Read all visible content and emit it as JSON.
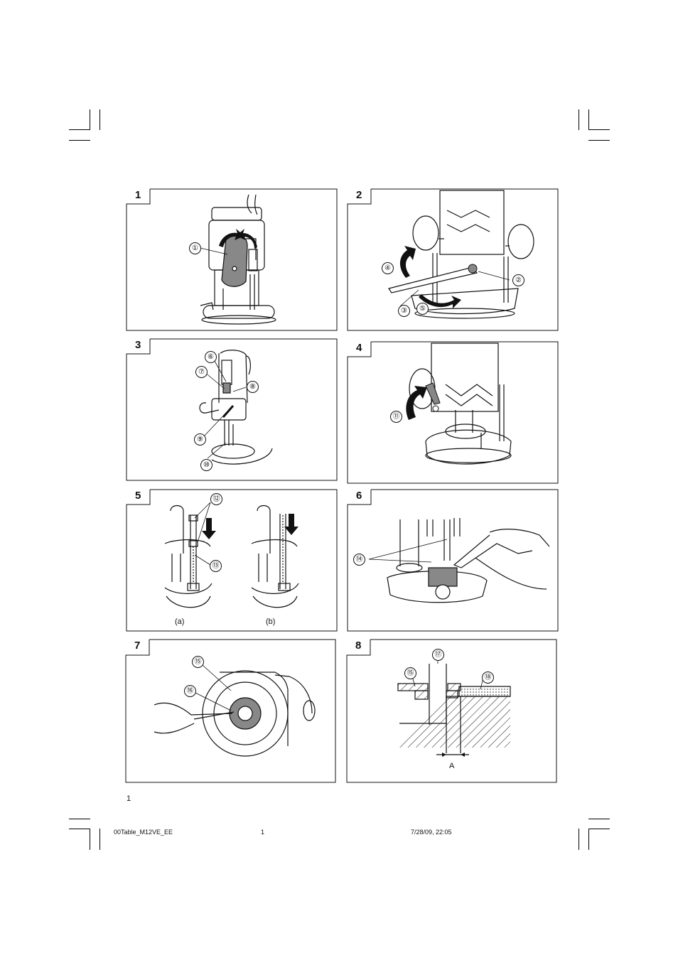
{
  "figures": [
    {
      "number": "1",
      "callouts": [
        "①"
      ]
    },
    {
      "number": "2",
      "callouts": [
        "④",
        "②",
        "③",
        "⑤"
      ]
    },
    {
      "number": "3",
      "callouts": [
        "⑥",
        "⑦",
        "⑧",
        "⑨",
        "⑩"
      ]
    },
    {
      "number": "4",
      "callouts": [
        "⑪"
      ]
    },
    {
      "number": "5",
      "callouts": [
        "⑫",
        "⑬"
      ],
      "sublabels": [
        "(a)",
        "(b)"
      ]
    },
    {
      "number": "6",
      "callouts": [
        "⑭"
      ]
    },
    {
      "number": "7",
      "callouts": [
        "⑮",
        "⑯"
      ]
    },
    {
      "number": "8",
      "callouts": [
        "⑰",
        "⑮",
        "⑱"
      ],
      "dimension_label": "A"
    }
  ],
  "page_number": "1",
  "footer": {
    "left": "00Table_M12VE_EE",
    "center": "1",
    "right": "7/28/09, 22:05"
  }
}
